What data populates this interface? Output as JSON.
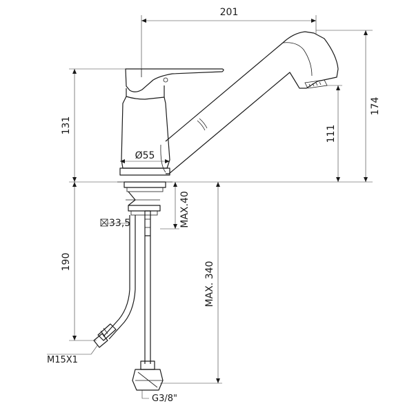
{
  "dimensions": {
    "width_overall": "201",
    "height_body": "131",
    "height_overall": "174",
    "height_spout": "111",
    "diameter_base": "Ø55",
    "max_thickness": "MAX.40",
    "nut_size": "33,5",
    "hose_length": "190",
    "max_length": "MAX. 340"
  },
  "connections": {
    "mixer_connection": "M15X1",
    "supply_connection": "G3/8\""
  }
}
